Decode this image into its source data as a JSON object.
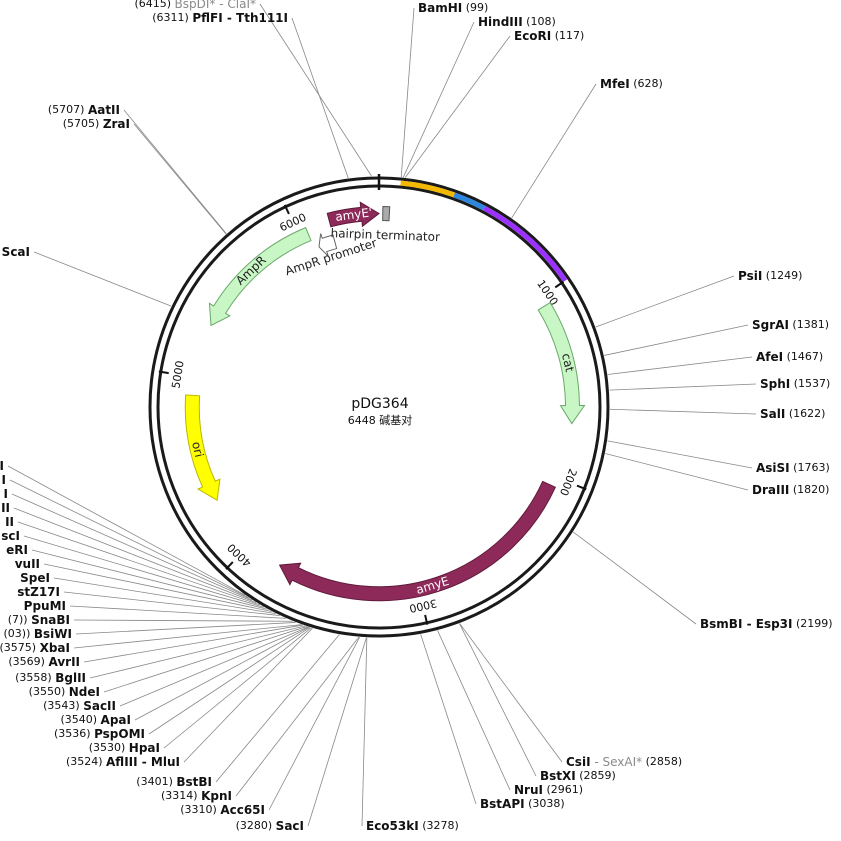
{
  "plasmid": {
    "name": "pDG364",
    "size_label": "6448 碱基对",
    "length": 6448
  },
  "backbone": {
    "outer_color": "#1a1a1a"
  },
  "ticks": [
    {
      "pos": 1000,
      "label": "1000"
    },
    {
      "pos": 2000,
      "label": "2000"
    },
    {
      "pos": 3000,
      "label": "3000"
    },
    {
      "pos": 4000,
      "label": "4000"
    },
    {
      "pos": 5000,
      "label": "5000"
    },
    {
      "pos": 6000,
      "label": "6000"
    }
  ],
  "ring_segments": [
    {
      "start": 99,
      "end": 350,
      "color": "#f5b800"
    },
    {
      "start": 350,
      "end": 500,
      "color": "#2e86de"
    },
    {
      "start": 500,
      "end": 1000,
      "color": "#9b30ff"
    }
  ],
  "features": [
    {
      "name": "cat",
      "start": 1050,
      "end": 1700,
      "direction": 1,
      "color": "#c8f7c5",
      "stroke": "#6aa86a",
      "text_color": "#222222",
      "ring": 0.86
    },
    {
      "name": "amyE",
      "start": 2050,
      "end": 3800,
      "direction": 1,
      "color": "#8e2a5a",
      "stroke": "#5e1a3a",
      "text_color": "#ffffff",
      "ring": 0.83
    },
    {
      "name": "ori",
      "start": 4300,
      "end": 4900,
      "direction": -1,
      "color": "#ffff00",
      "stroke": "#b8b800",
      "text_color": "#222222",
      "ring": 0.83
    },
    {
      "name": "AmpR",
      "start": 5300,
      "end": 6050,
      "direction": -1,
      "color": "#c8f7c5",
      "stroke": "#6aa86a",
      "text_color": "#222222",
      "ring": 0.83
    },
    {
      "name": "amyE'",
      "start": 6180,
      "end": 6448,
      "direction": 1,
      "color": "#8e2a5a",
      "stroke": "#5e1a3a",
      "text_color": "#ffffff",
      "ring": 0.86
    },
    {
      "name": "AmpR promoter",
      "start": 6080,
      "end": 6180,
      "direction": -1,
      "color": "#ffffff",
      "stroke": "#666666",
      "text_color": "#222222",
      "ring": 0.76
    },
    {
      "name": "hairpin terminator",
      "start": 20,
      "end": 55,
      "direction": 0,
      "color": "#aaaaaa",
      "stroke": "#555555",
      "text_color": "#222222",
      "ring": 0.86
    }
  ],
  "sites": [
    {
      "name": "BamHI",
      "pos": "99",
      "side": "right"
    },
    {
      "name": "HindIII",
      "pos": "108",
      "side": "right"
    },
    {
      "name": "EcoRI",
      "pos": "117",
      "side": "right"
    },
    {
      "name": "MfeI",
      "pos": "628",
      "side": "right"
    },
    {
      "name": "PsiI",
      "pos": "1249",
      "side": "right"
    },
    {
      "name": "SgrAI",
      "pos": "1381",
      "side": "right"
    },
    {
      "name": "AfeI",
      "pos": "1467",
      "side": "right"
    },
    {
      "name": "SphI",
      "pos": "1537",
      "side": "right"
    },
    {
      "name": "SalI",
      "pos": "1622",
      "side": "right"
    },
    {
      "name": "AsiSI",
      "pos": "1763",
      "side": "right"
    },
    {
      "name": "DraIII",
      "pos": "1820",
      "side": "right"
    },
    {
      "name": "BsmBI - Esp3I",
      "pos": "2199",
      "side": "right"
    },
    {
      "name": "CsiI",
      "dim": " - SexAI*",
      "pos": "2858",
      "side": "right"
    },
    {
      "name": "BstXI",
      "pos": "2859",
      "side": "right"
    },
    {
      "name": "NruI",
      "pos": "2961",
      "side": "right"
    },
    {
      "name": "BstAPI",
      "pos": "3038",
      "side": "right"
    },
    {
      "name": "Eco53kI",
      "pos": "3278",
      "side": "right"
    },
    {
      "name": "SacI",
      "pos": "3280",
      "side": "left"
    },
    {
      "name": "Acc65I",
      "pos": "3310",
      "side": "left"
    },
    {
      "name": "KpnI",
      "pos": "3314",
      "side": "left"
    },
    {
      "name": "BstBI",
      "pos": "3401",
      "side": "left"
    },
    {
      "name": "AflIII - MluI",
      "pos": "3524",
      "side": "left"
    },
    {
      "name": "HpaI",
      "pos": "3530",
      "side": "left"
    },
    {
      "name": "PspOMI",
      "pos": "3536",
      "side": "left"
    },
    {
      "name": "ApaI",
      "pos": "3540",
      "side": "left"
    },
    {
      "name": "SacII",
      "pos": "3543",
      "side": "left"
    },
    {
      "name": "NdeI",
      "pos": "3550",
      "side": "left"
    },
    {
      "name": "BglII",
      "pos": "3558",
      "side": "left"
    },
    {
      "name": "AvrII",
      "pos": "3569",
      "side": "left"
    },
    {
      "name": "XbaI",
      "pos": "3575",
      "side": "left"
    },
    {
      "name": "BsiWI",
      "pos": "03)",
      "side": "left"
    },
    {
      "name": "SnaBI",
      "pos": "7)",
      "side": "left"
    },
    {
      "name": "PpuMI",
      "pos": "",
      "side": "left"
    },
    {
      "name": "stZ17I",
      "pos": "",
      "side": "left"
    },
    {
      "name": "SpeI",
      "pos": "",
      "side": "left"
    },
    {
      "name": "vuII",
      "pos": "",
      "side": "left"
    },
    {
      "name": "eRI",
      "pos": "",
      "side": "left"
    },
    {
      "name": "scI",
      "pos": "",
      "side": "left"
    },
    {
      "name": "II",
      "pos": "",
      "side": "left"
    },
    {
      "name": "II",
      "pos": "",
      "side": "left"
    },
    {
      "name": "I",
      "pos": "",
      "side": "left"
    },
    {
      "name": "I",
      "pos": "",
      "side": "left"
    },
    {
      "name": "I",
      "pos": "",
      "side": "left"
    },
    {
      "name": "ScaI",
      "pos": "",
      "side": "left"
    },
    {
      "name": "ZraI",
      "pos": "5705",
      "side": "left"
    },
    {
      "name": "AatII",
      "pos": "5707",
      "side": "left"
    },
    {
      "name": "PflFI - Tth111I",
      "pos": "6311",
      "side": "left"
    },
    {
      "name": "",
      "dim": "BspDI* - ClaI*",
      "pos": "6415",
      "side": "left"
    }
  ]
}
